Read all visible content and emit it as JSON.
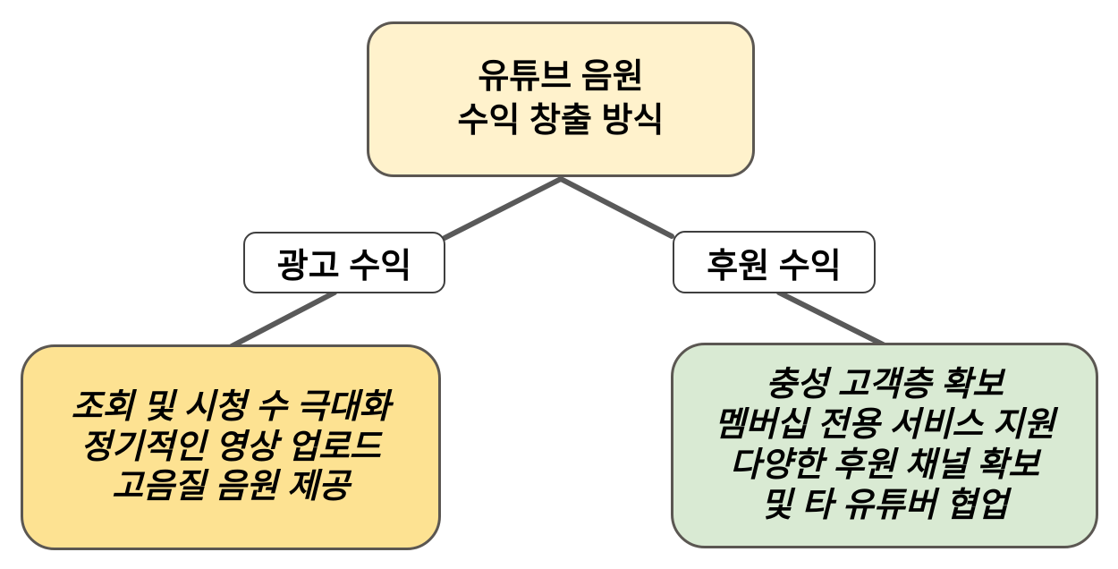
{
  "diagram": {
    "title_node": {
      "line1": "유튜브 음원",
      "line2": "수익 창출 방식"
    },
    "branch_left": {
      "label": "광고 수익"
    },
    "branch_right": {
      "label": "후원 수익"
    },
    "leaf_left": {
      "line1": "조회 및 시청 수 극대화",
      "line2": "정기적인 영상 업로드",
      "line3": "고음질 음원 제공"
    },
    "leaf_right": {
      "line1": "충성 고객층 확보",
      "line2": "멤버십 전용 서비스 지원",
      "line3": "다양한 후원 채널 확보",
      "line4": "및 타 유튜버 협업"
    },
    "colors": {
      "root_fill": "#FFF2CC",
      "leaf_left_fill": "#FDE292",
      "leaf_right_fill": "#D9EAD3",
      "branch_fill": "#FFFFFF",
      "border": "#5B5752",
      "branch_border": "#3F3F3F",
      "edge": "#595959",
      "text": "#000000",
      "background": "#FFFFFF"
    }
  }
}
